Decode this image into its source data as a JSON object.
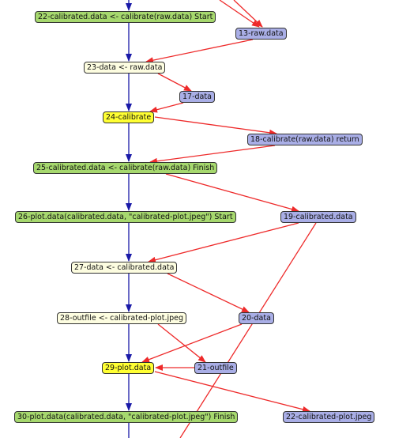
{
  "graph": {
    "colors": {
      "control_flow": "#1a1aa8",
      "data_flow": "#ee2a2a",
      "step_node": "#a6d86e",
      "statement_node": "#fdfde0",
      "operation_node": "#ffff33",
      "data_node": "#a9aee6"
    },
    "nodes": {
      "n22": "22-calibrated.data <- calibrate(raw.data) Start",
      "d13": "13-raw.data",
      "n23": "23-data  <-  raw.data",
      "d17": "17-data",
      "n24": "24-calibrate",
      "d18": "18-calibrate(raw.data) return",
      "n25": "25-calibrated.data <- calibrate(raw.data) Finish",
      "n26": "26-plot.data(calibrated.data, \"calibrated-plot.jpeg\") Start",
      "d19": "19-calibrated.data",
      "n27": "27-data  <-  calibrated.data",
      "n28": "28-outfile  <-  calibrated-plot.jpeg",
      "d20": "20-data",
      "n29": "29-plot.data",
      "d21": "21-outfile",
      "n30": "30-plot.data(calibrated.data, \"calibrated-plot.jpeg\") Finish",
      "d22": "22-calibrated-plot.jpeg"
    }
  }
}
